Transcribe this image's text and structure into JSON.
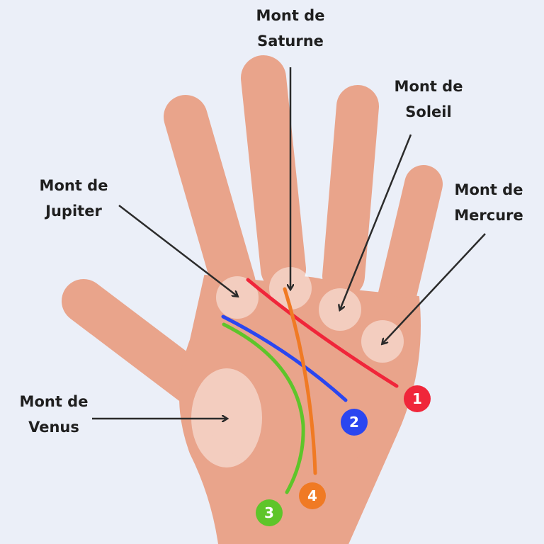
{
  "labels": {
    "saturne": [
      "Mont de",
      "Saturne"
    ],
    "soleil": [
      "Mont de",
      "Soleil"
    ],
    "jupiter": [
      "Mont de",
      "Jupiter"
    ],
    "mercure": [
      "Mont de",
      "Mercure"
    ],
    "venus": [
      "Mont de",
      "Venus"
    ]
  },
  "lines": [
    {
      "number": "1",
      "color": "#f0263a"
    },
    {
      "number": "2",
      "color": "#2a46f0"
    },
    {
      "number": "3",
      "color": "#5ec52a"
    },
    {
      "number": "4",
      "color": "#f07a24"
    }
  ],
  "colors": {
    "background": "#ebeff8",
    "skin": "#e9a48b",
    "arrow": "#2b2b2b"
  }
}
